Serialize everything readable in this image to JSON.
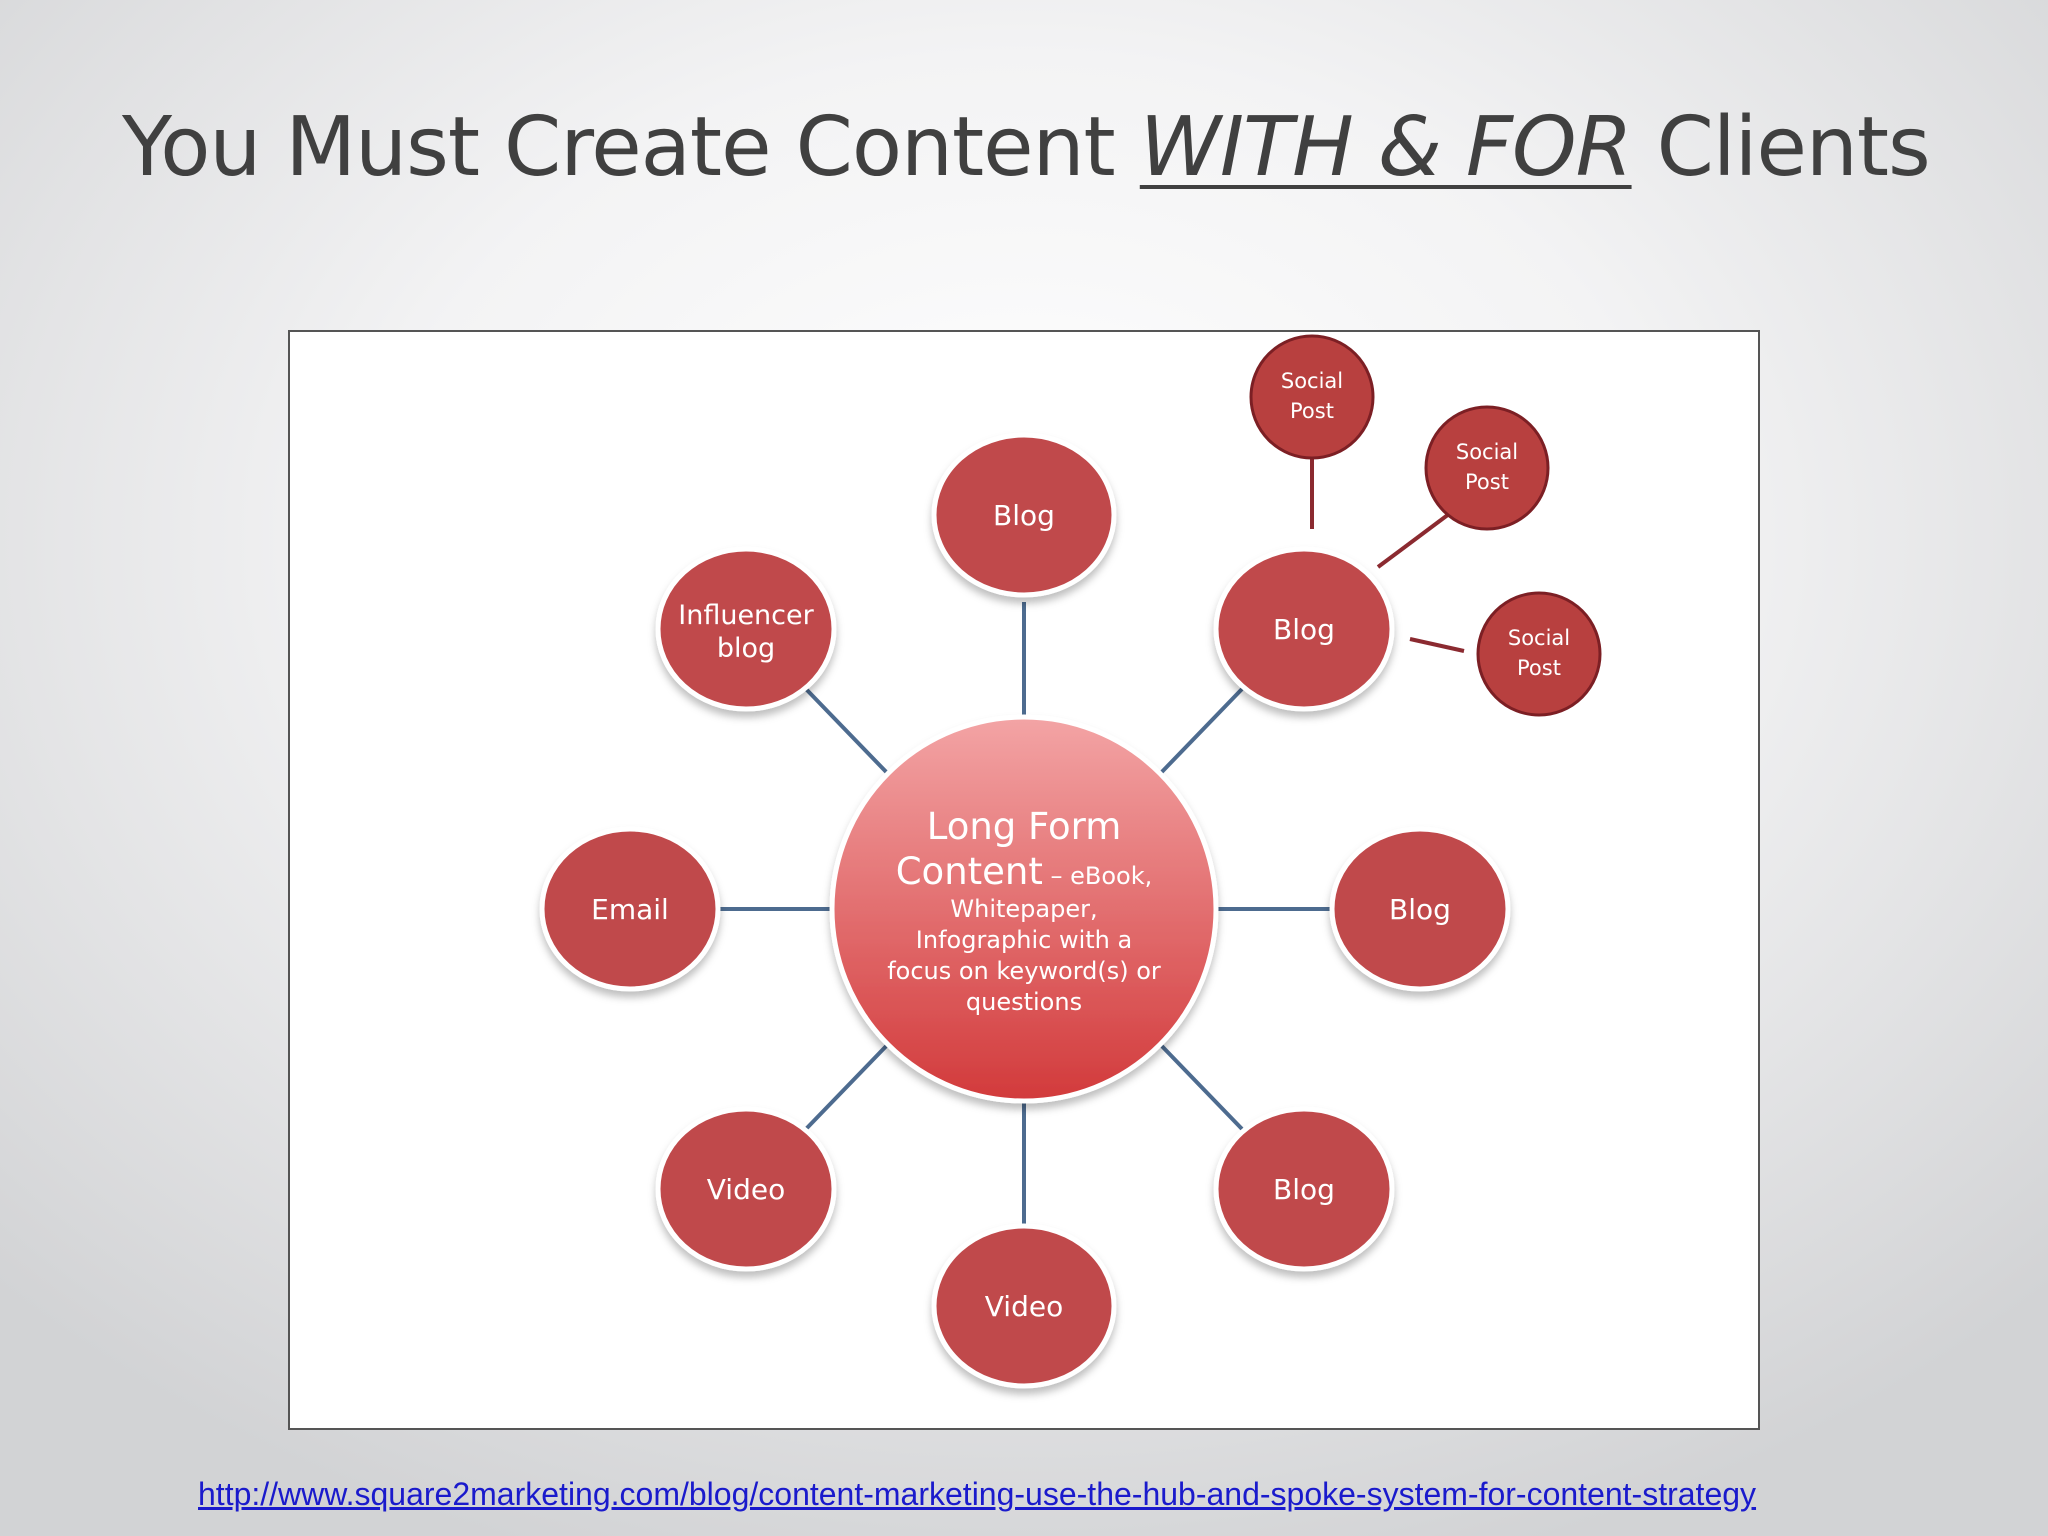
{
  "title": {
    "before": "You Must Create Content ",
    "emphasis": "WITH & FOR",
    "after": " Clients"
  },
  "diagram": {
    "hub": {
      "line1": "Long Form",
      "line2_main": "Content",
      "line2_sub": " – eBook,",
      "line3": "Whitepaper,",
      "line4": "Infographic with a",
      "line5": "focus on keyword(s) or",
      "line6": "questions"
    },
    "spokes": {
      "blog_top": "Blog",
      "influencer_line1": "Influencer",
      "influencer_line2": "blog",
      "blog_top_right": "Blog",
      "email": "Email",
      "blog_right": "Blog",
      "video_left": "Video",
      "video_bottom": "Video",
      "blog_bottom_right": "Blog"
    },
    "social_posts": [
      {
        "line1": "Social",
        "line2": "Post"
      },
      {
        "line1": "Social",
        "line2": "Post"
      },
      {
        "line1": "Social",
        "line2": "Post"
      }
    ],
    "colors": {
      "node_fill": "#c0484b",
      "hub_gradient_top": "#f3a4a5",
      "hub_gradient_bottom": "#d23a3b",
      "spoke_line": "#4d6b8f",
      "social_line": "#8b2a30"
    }
  },
  "source_url": "http://www.square2marketing.com/blog/content-marketing-use-the-hub-and-spoke-system-for-content-strategy"
}
